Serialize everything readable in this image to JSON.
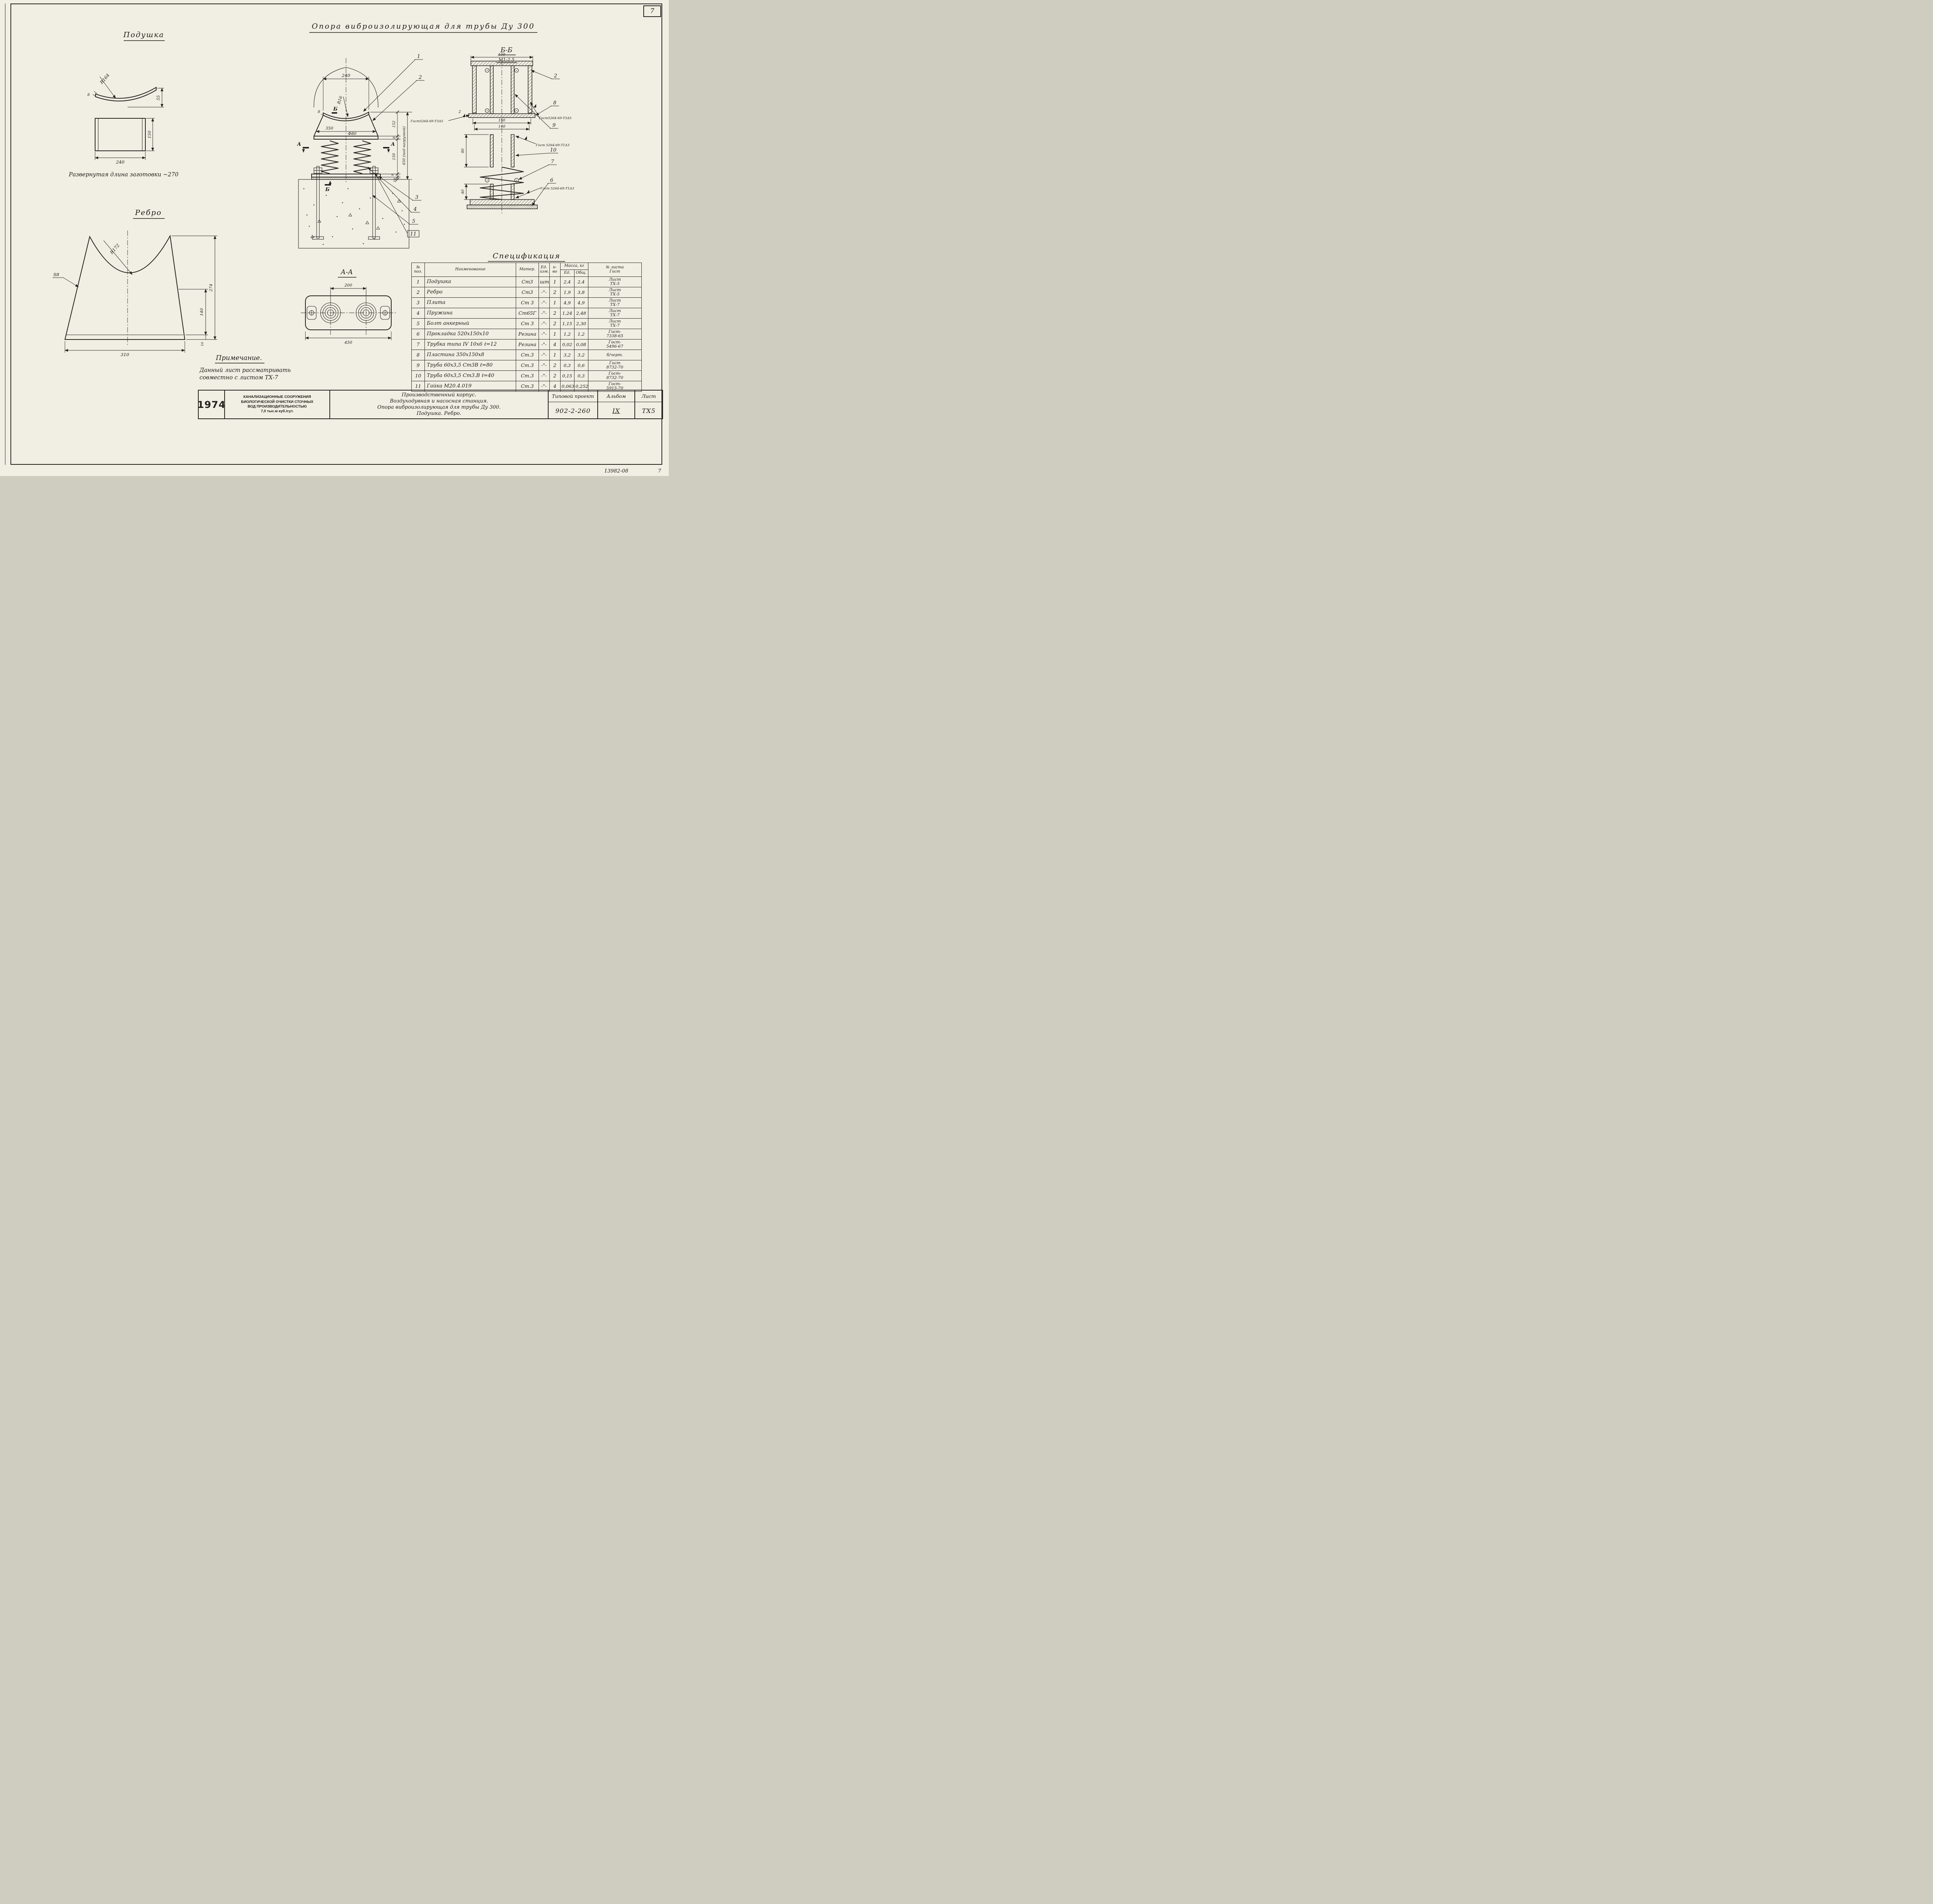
{
  "sheet_no": "7",
  "footer": {
    "code": "13982-08",
    "num": "7"
  },
  "pillow": {
    "title": "Подушка",
    "r": "R164",
    "t8": "8",
    "h55": "55",
    "w240": "240",
    "h150": "150",
    "note": "Развернутая длина заготовки ~270"
  },
  "rib": {
    "title": "Ребро",
    "r": "R172",
    "s8": "S8",
    "h274": "274",
    "h140": "140",
    "t10": "10",
    "w310": "310"
  },
  "asm": {
    "title": "Опора виброизолирующая для трубы Ду 300",
    "w240": "240",
    "r16": "R16",
    "t8": "8",
    "w350": "350",
    "d80": "Ф80",
    "h152": "152",
    "p8a": "8",
    "h150": "150",
    "p8b": "8",
    "t10": "10",
    "total": "450 (под нагрузкой)",
    "mark_a": "А",
    "mark_b": "Б",
    "c1": "1",
    "c2": "2",
    "c3": "3",
    "c4": "4",
    "c5": "5",
    "c11": "11"
  },
  "bb": {
    "title": "Б-Б",
    "scale": "М1:2.5",
    "d150_top": "150",
    "d150": "150",
    "d140": "140",
    "d80": "80",
    "d40": "40",
    "weld_t3_left": "Гост5264-69-Т3Δ5",
    "weld_t3_right": "Гост5264-69-Т3Δ5",
    "weld_t1_up": "Гост 5264-69-Т1Δ3",
    "weld_t1_dn": "Гост 5264-69-Т1Δ3",
    "leg2": "2",
    "c2": "2",
    "c8": "8",
    "c9": "9",
    "c10": "10",
    "c7": "7",
    "c6": "6"
  },
  "aa": {
    "title": "А-А",
    "d200": "200",
    "d450": "450"
  },
  "note": {
    "title": "Примечание.",
    "l1": "Данный лист рассматривать",
    "l2": "совместно с листом ТХ-7"
  },
  "spec": {
    "title": "Спецификация",
    "headers": {
      "pos": "№\nпоз.",
      "name": "Наименование",
      "mat": "Матер.",
      "unit": "Ед.\nизм.",
      "qty": "к-во",
      "mass": "Масса, кг",
      "ed": "Ед.",
      "total": "Общ.",
      "gost": "№ листа\nГост"
    },
    "rows": [
      [
        "1",
        "Подушка",
        "Ст3",
        "шт",
        "1",
        "2,4",
        "2,4",
        "Лист\nТХ-5"
      ],
      [
        "2",
        "Ребро",
        "Ст3",
        "-\"-",
        "2",
        "1,9",
        "3,8",
        "Лист\nТХ-5"
      ],
      [
        "3",
        "Плита",
        "Ст 3",
        "-\"-",
        "1",
        "4,9",
        "4,9",
        "Лист\nТХ-7"
      ],
      [
        "4",
        "Пружина",
        "Ст65Г",
        "-\"-",
        "2",
        "1,24",
        "2,48",
        "Лист\nТХ-7"
      ],
      [
        "5",
        "Болт анкерный",
        "Ст 3",
        "-\"-",
        "2",
        "1,15",
        "2,30",
        "Лист\nТХ-7"
      ],
      [
        "6",
        "Прокладка 520х150х10",
        "Резина",
        "-\"-",
        "1",
        "1,2",
        "1,2",
        "Гост-\n7338-65"
      ],
      [
        "7",
        "Трубка типа IV 10х6 ℓ=12",
        "Резина",
        "-\"-",
        "4",
        "0,02",
        "0,08",
        "Гост-\n5496-67"
      ],
      [
        "8",
        "Пластина 350х150х8",
        "Ст.3",
        "-\"-",
        "1",
        "3,2",
        "3,2",
        "б/черт."
      ],
      [
        "9",
        "Труба 60х3,5 Ст3В ℓ=80",
        "Ст.3",
        "-\"-",
        "2",
        "0,3",
        "0,6",
        "Гост\n8732-70"
      ],
      [
        "10",
        "Труба 60х3,5 Ст3.В ℓ=40",
        "Ст.3",
        "-\"-",
        "2",
        "0,15",
        "0,3",
        "Гост-\n8732-70"
      ],
      [
        "11",
        "Гайка М20.4.019",
        "Ст.3",
        "-\"-",
        "4",
        "0,063",
        "0,252",
        "Гост-\n5915-70"
      ]
    ]
  },
  "tb": {
    "year": "1974",
    "org1": "КАНАЛИЗАЦИОННЫЕ СООРУЖЕНИЯ",
    "org2": "БИОЛОГИЧЕСКОЙ ОЧИСТКИ СТОЧНЫХ",
    "org3": "ВОД ПРОИЗВОДИТЕЛЬНОСТЬЮ",
    "org4": "7,0 тыс.м куб./сут.",
    "obj1": "Производственный корпус.",
    "obj2": "Воздуходувная и насосная станция.",
    "obj3": "Опора виброизолирующая для трубы Ду 300.",
    "obj4": "Подушка.  Ребро.",
    "proj_label": "Типовой проект",
    "proj_num": "902-2-260",
    "album_label": "Альбом",
    "album": "IX",
    "sheet_label": "Лист",
    "sheet": "ТХ5"
  }
}
